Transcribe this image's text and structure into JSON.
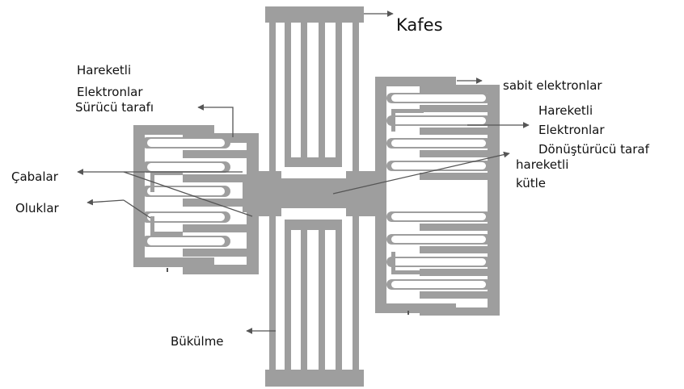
{
  "labels": {
    "kafes": "Kafes",
    "sabit_elektronlar": "sabit elektronlar",
    "hareketli_elektronlar_sag_1": "Hareketli",
    "hareketli_elektronlar_sag_2": "Elektronlar",
    "donusturucu_taraf": "Dönüştürücü taraf",
    "hareketli_kutle_1": "hareketli",
    "hareketli_kutle_2": "kütle",
    "hareketli_elektronlar_sol_1": "Hareketli",
    "hareketli_elektronlar_sol_2": "Elektronlar",
    "surucu_tarafi": "Sürücü tarafı",
    "cabalar": "Çabalar",
    "oluklar": "Oluklar",
    "bukulme": "Bükülme"
  },
  "colors": {
    "structure": "#9e9e9e",
    "background": "#ffffff",
    "leader": "#555555"
  }
}
